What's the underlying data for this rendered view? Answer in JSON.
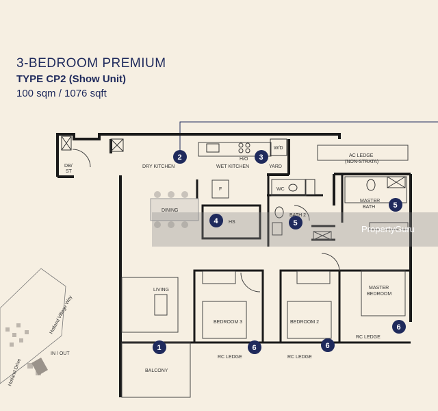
{
  "header": {
    "title": "3-BEDROOM PREMIUM",
    "type": "TYPE CP2 (Show Unit)",
    "size": "100 sqm / 1076 sqft"
  },
  "rooms": {
    "dry_kitchen": "DRY KITCHEN",
    "wet_kitchen": "WET KITCHEN",
    "yard": "YARD",
    "ac_ledge": "AC LEDGE",
    "non_strata": "(NON-STRATA)",
    "dining": "DINING",
    "hs": "HS",
    "wc": "WC",
    "bath2": "BATH 2",
    "master_bath_1": "MASTER",
    "master_bath_2": "BATH",
    "living": "LIVING",
    "bedroom3": "BEDROOM 3",
    "bedroom2": "BEDROOM 2",
    "master_bed_1": "MASTER",
    "master_bed_2": "BEDROOM",
    "rc_ledge": "RC LEDGE",
    "balcony": "BALCONY",
    "db": "DB/",
    "st": "ST",
    "wd": "W/D",
    "ho": "H/O",
    "f": "F"
  },
  "markers": [
    "1",
    "2",
    "3",
    "4",
    "5",
    "5",
    "6",
    "6",
    "6"
  ],
  "site": {
    "road1": "Holland Village Way",
    "road2": "Holland Drive",
    "in_out": "IN / OUT"
  },
  "watermark": "PropertyGuru",
  "colors": {
    "wall": "#1a1a1a",
    "marker": "#1f2a5c",
    "text": "#1f2a5c",
    "background": "#f6efe2"
  }
}
